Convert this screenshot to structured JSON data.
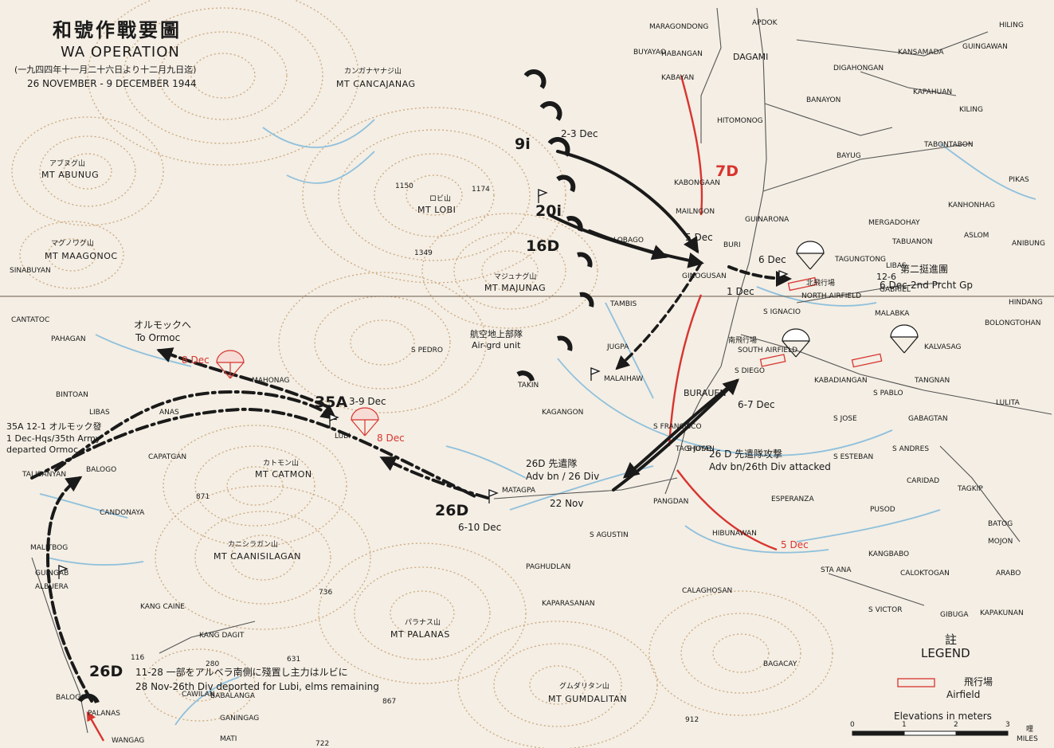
{
  "title": {
    "japanese": "和號作戰要圖",
    "english": "WA OPERATION",
    "japanese_dates": "(一九四四年十一月二十六日より十二月九日迄)",
    "dates": "26 NOVEMBER - 9 DECEMBER 1944"
  },
  "colors": {
    "paper": "#f4eee4",
    "contour": "#c79b6a",
    "river": "#8fc0dc",
    "road": "#555555",
    "japanese_advance": "#1a1a1a",
    "us_line": "#d8342f"
  },
  "mountains": [
    {
      "jp": "カンガナヤナジ山",
      "en": "MT CANCAJANAG"
    },
    {
      "jp": "アブヌグ山",
      "en": "MT ABUNUG"
    },
    {
      "jp": "マグノワグ山",
      "en": "MT MAAGONOC"
    },
    {
      "jp": "ロビ山",
      "en": "MT LOBI"
    },
    {
      "jp": "マジュナグ山",
      "en": "MT MAJUNAG"
    },
    {
      "jp": "カトモン山",
      "en": "MT CATMON"
    },
    {
      "jp": "カニシラガン山",
      "en": "MT CAANISILAGAN"
    },
    {
      "jp": "パラナス山",
      "en": "MT PALANAS"
    },
    {
      "jp": "グムダリタン山",
      "en": "MT GUMDALITAN"
    }
  ],
  "elevations": [
    "1150",
    "1174",
    "1349",
    "871",
    "736",
    "116",
    "280",
    "631",
    "867",
    "912",
    "722"
  ],
  "places": [
    "MARAGONDONG",
    "APDOK",
    "HILING",
    "BUYAYAO",
    "HABANGAN",
    "DAGAMI",
    "KANSAMADA",
    "GUINGAWAN",
    "KABAYAN",
    "DIGAHONGAN",
    "KAPAHUAN",
    "HITOMONOG",
    "BANAYON",
    "KILING",
    "TABONTABON",
    "BAYUG",
    "PIKAS",
    "KABONGAAN",
    "KANHONHAG",
    "MAILNGON",
    "GUINARONA",
    "MERGADOHAY",
    "TABUANON",
    "ASLOM",
    "ANIBUNG",
    "LOBAGO",
    "BURI",
    "TAGUNGTONG",
    "LIBAS",
    "GINOGUSAN",
    "NORTH AIRFIELD",
    "GABRIEL",
    "HINDANG",
    "TAMBIS",
    "S IGNACIO",
    "MALABKA",
    "BOLONGTOHAN",
    "CANTATOC",
    "PAHAGAN",
    "S PEDRO",
    "JUGPA",
    "SOUTH AIRFIELD",
    "KALVASAG",
    "S DIEGO",
    "TAKIN",
    "MALAIHAW",
    "KABADIANGAN",
    "TANGNAN",
    "S PABLO",
    "LULITA",
    "BINTOAN",
    "MAHONAG",
    "KAGANGON",
    "BURAUEN",
    "LIBAS",
    "ANAS",
    "LUBI",
    "S JOSE",
    "GABAGTAN",
    "CAPATGAN",
    "S FRANCISCO",
    "TAGHUYAN",
    "S ANDRES",
    "BALOGO",
    "TALISANYAN",
    "S ESTEBAN",
    "CARIDAD",
    "TAGKIP",
    "MATAGPA",
    "PANGDAN",
    "ESPERANZA",
    "PUSOD",
    "CANDONAYA",
    "MALITBOG",
    "S AGUSTIN",
    "HIBUNAWAN",
    "BATOG",
    "MOJON",
    "GUINGAB",
    "ALBUERA",
    "PAGHUDLAN",
    "KANGBABO",
    "CALOKTOGAN",
    "STA ANA",
    "ARABO",
    "KANG CAINE",
    "CALAGHOSAN",
    "KAPARASANAN",
    "S VICTOR",
    "GIBUGA",
    "KAPAKUNAN",
    "KANG DAGIT",
    "BAGACAY",
    "CAWILAN",
    "BABALANGA",
    "GANINGAG",
    "MATI",
    "BALOGO",
    "PALANAS",
    "WANGAG",
    "S JOSE",
    "SINABUYAN"
  ],
  "units": {
    "9i": "9i",
    "20i": "20i",
    "16D": "16D",
    "7D": "7D",
    "35A": "35A",
    "26D_main": "26D",
    "26D_south": "26D",
    "date_9i": "2-3 Dec",
    "date_35A": "3-9 Dec",
    "date_26D": "6-10 Dec",
    "dec5": "5 Dec",
    "dec5_red": "5 Dec",
    "dec6": "6 Dec",
    "dec1": "1 Dec",
    "dec8_a": "8 Dec",
    "dec8_b": "8 Dec",
    "nov22": "22 Nov",
    "dec67": "6-7 Dec",
    "dec126": "12-6"
  },
  "notes": {
    "ormoc_jp": "オルモックへ",
    "ormoc_en": "To Ormoc",
    "air_grd_jp": "航空地上部隊",
    "air_grd_en": "Air-grd unit",
    "prcht_jp": "第二挺進團",
    "prcht_en": "6 Dec-2nd Prcht Gp",
    "north_airfield_jp": "北飛行場",
    "south_airfield_jp": "南飛行場",
    "advbn_jp": "26D 先遣隊",
    "advbn_en": "Adv bn / 26 Div",
    "attack_jp": "26 D  先遣隊攻撃",
    "attack_en": "Adv bn/26th Div attacked",
    "hq_jp": "35A 12-1 オルモック發",
    "hq_en1": "1 Dec-Hqs/35th Army",
    "hq_en2": "departed Ormoc",
    "nov28_jp": "11-28 一部をアルベラ南側に殘置し主力はルビに",
    "nov28_en": "28 Nov-26th Div deported for Lubi, elms remaining"
  },
  "legend": {
    "heading_jp": "註",
    "heading_en": "LEGEND",
    "airfield_jp": "飛行場",
    "airfield_en": "Airfield",
    "elevations": "Elevations in meters",
    "scale_0": "0",
    "scale_1": "1",
    "scale_2": "2",
    "scale_3": "3",
    "miles_jp": "哩",
    "miles": "MILES"
  }
}
